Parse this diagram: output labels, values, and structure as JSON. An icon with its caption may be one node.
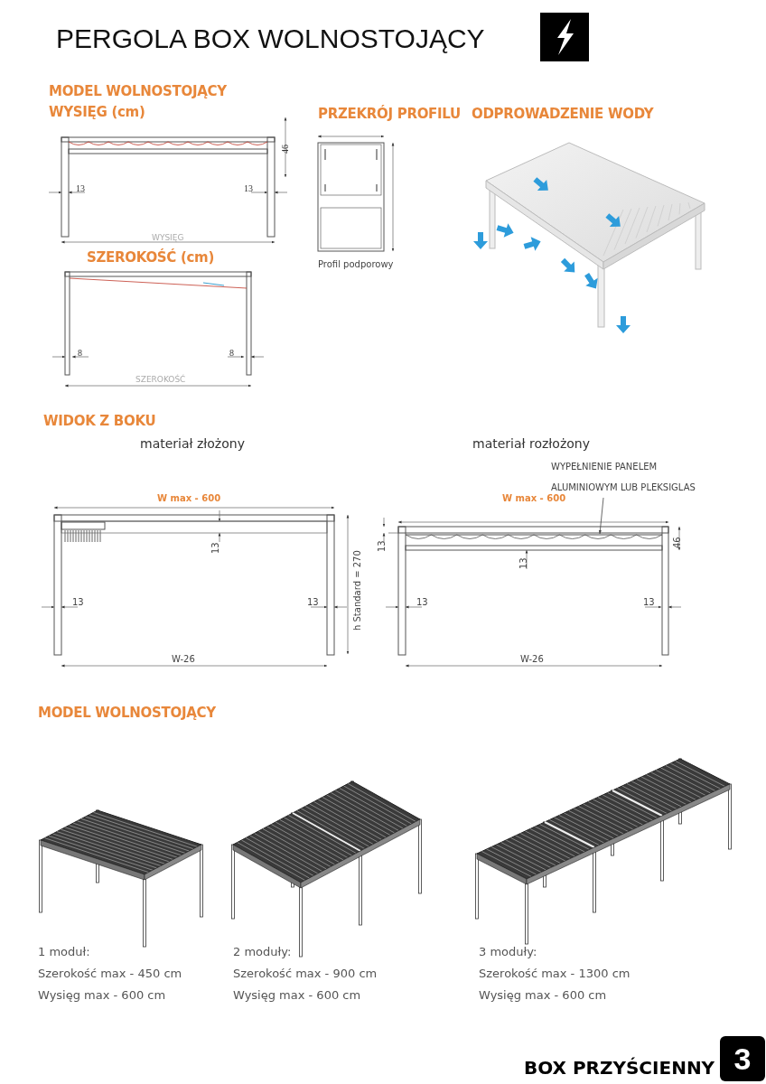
{
  "diagram": {
    "title": "PERGOLA BOX WOLNOSTOJĄCY",
    "nodes": [
      {
        "text": [
          "WYPEŁNIENIE PANELEM ALUMINIOWYM LUB PLEKSIGLAS"
        ]
      },
      {
        "text": [],
        "shape": "bar"
      }
    ],
    "edges": [
      {
        "from": 0,
        "to": 1,
        "arrow": "to"
      }
    ],
    "labels": [
      "MODEL WOLNOSTOJĄCY",
      "WYSIĘG (cm)",
      "PRZEKRÓJ PROFILU",
      "ODPROWADZENIE WODY",
      "46",
      "13",
      "13",
      "WYSIĘG",
      "SZEROKOŚĆ (cm)",
      "Profil podporowy",
      "8",
      "8",
      "SZEROKOŚĆ",
      "WIDOK Z BOKU",
      "materiał złożony",
      "materiał rozłożony",
      "W max - 600",
      "W max - 600",
      "13",
      "h Standard = 270",
      "13",
      "46",
      "13",
      "13",
      "13",
      "13",
      "13",
      "W-26",
      "W-26",
      "MODEL WOLNOSTOJĄCY",
      "1 moduł:",
      "Szerokość max - 450 cm",
      "Wysięg max - 600 cm",
      "2 moduły:",
      "Szerokość max - 900 cm",
      "Wysięg max - 600 cm",
      "3 moduły:",
      "Szerokość max - 1300 cm",
      "Wysięg max - 600 cm",
      "BOX PRZYŚCIENNY",
      "3"
    ]
  }
}
